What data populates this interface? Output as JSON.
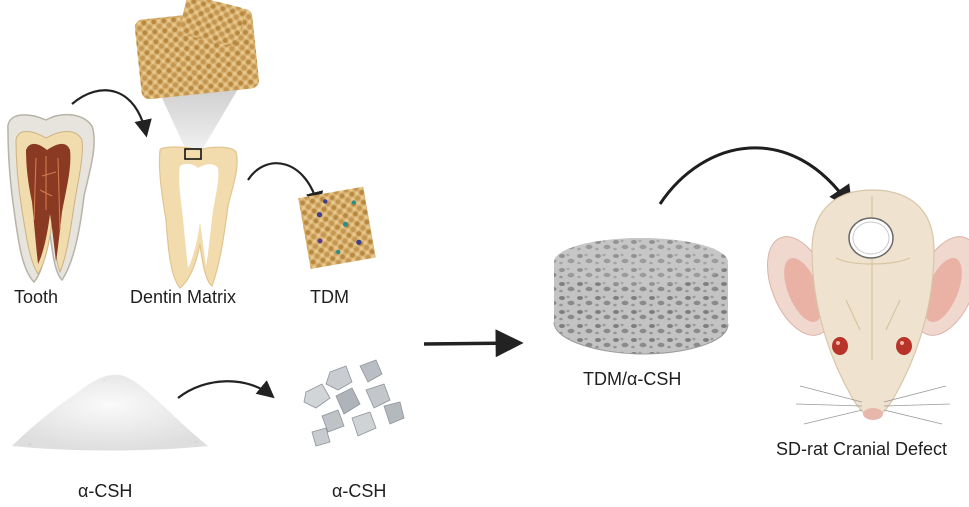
{
  "labels": {
    "tooth": "Tooth",
    "dentin_matrix": "Dentin Matrix",
    "tdm": "TDM",
    "csh_powder": "α-CSH",
    "csh_crystals": "α-CSH",
    "scaffold": "TDM/α-CSH",
    "rat": "SD-rat Cranial Defect"
  },
  "colors": {
    "dentin": "#f1dcae",
    "enamel": "#e4e2da",
    "pulp": "#8a3a22",
    "collagen": "#c9a05c",
    "crystal": "#b9bec4",
    "scaffold": "#b8b8b8",
    "rat_skin": "#efe3cf",
    "rat_ear": "#e7b3a6",
    "arrow": "#222222"
  },
  "icons": {
    "tooth": "tooth-icon",
    "dentin_matrix": "dentin-matrix-icon",
    "tdm": "tdm-block-icon",
    "powder": "powder-pile-icon",
    "crystals": "crystals-icon",
    "scaffold": "scaffold-disc-icon",
    "rat": "rat-head-icon"
  }
}
